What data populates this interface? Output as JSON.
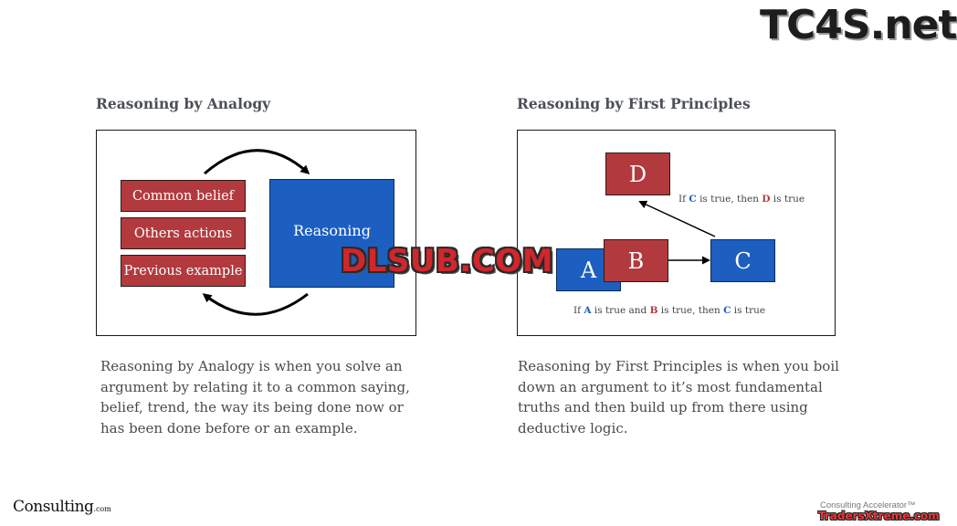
{
  "watermarks": {
    "top_right": "TC4S.net",
    "middle": "DLSUB.COM",
    "bottom_right": "TradersXtreme.com"
  },
  "left": {
    "title": "Reasoning by Analogy",
    "boxes": [
      "Common belief",
      "Others actions",
      "Previous example"
    ],
    "reasoning": "Reasoning",
    "description": [
      "Reasoning by Analogy is when you solve an",
      "argument by relating it to a common saying,",
      "belief, trend, the way its being done now or",
      "has been done before or an example."
    ]
  },
  "right": {
    "title": "Reasoning by First Principles",
    "letters": {
      "a": "A",
      "b": "B",
      "c": "C",
      "d": "D"
    },
    "caption_top": {
      "p1": "If ",
      "k1": "C",
      "p2": " is true, then ",
      "k2": "D",
      "p3": " is true"
    },
    "caption_bottom": {
      "p1": "If ",
      "k1": "A",
      "p2": " is true and ",
      "k2": "B",
      "p3": " is true, then ",
      "k3": "C",
      "p4": " is true"
    },
    "description": [
      "Reasoning by First Principles is when you boil",
      "down an argument to it’s most fundamental",
      "truths and then build up from there using",
      "deductive logic."
    ]
  },
  "footer": {
    "brand": "Consulting",
    "brand_suffix": ".com",
    "product": "Consulting Accelerator™"
  },
  "colors": {
    "red": "#b23a3e",
    "blue": "#1c5fc1"
  }
}
